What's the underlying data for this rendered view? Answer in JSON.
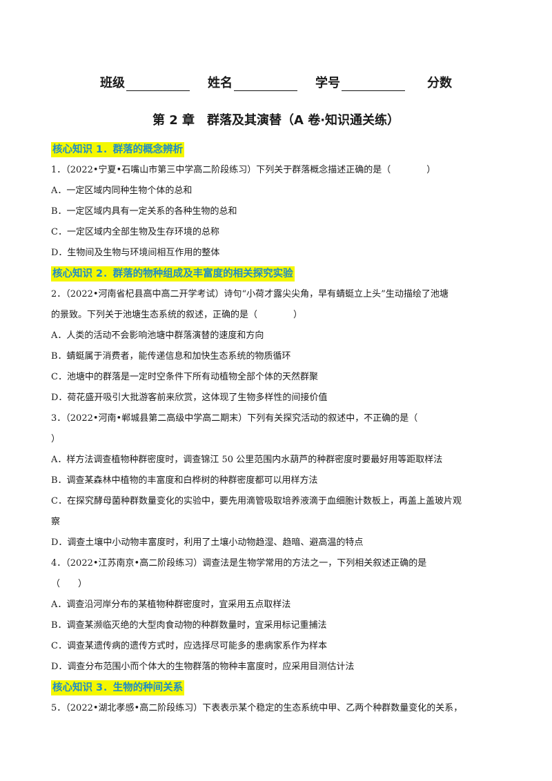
{
  "header": {
    "class_label": "班级",
    "name_label": "姓名",
    "id_label": "学号",
    "score_label": "分数"
  },
  "title": "第 2 章　群落及其演替（A 卷·知识通关练）",
  "sections": [
    {
      "heading": "核心知识 1．群落的概念辨析"
    },
    {
      "heading": "核心知识 2．群落的物种组成及丰富度的相关探究实验"
    },
    {
      "heading": "核心知识 3．生物的种间关系"
    }
  ],
  "questions": {
    "q1": {
      "stem": "1．（2022•宁夏•石嘴山市第三中学高二阶段练习）下列关于群落概念描述正确的是（　　　　）",
      "options": [
        "A．一定区域内同种生物个体的总和",
        "B．一定区域内具有一定关系的各种生物的总和",
        "C．一定区域内全部生物及生存环境的总称",
        "D．生物间及生物与环境间相互作用的整体"
      ]
    },
    "q2": {
      "stem_line1": "2．（2022•河南省杞县高中高二开学考试）诗句“小荷才露尖尖角，早有蜻蜓立上头”生动描绘了池塘",
      "stem_line2": "的景致。下列关于池塘生态系统的叙述，正确的是（　　　　）",
      "options": [
        "A．人类的活动不会影响池塘中群落演替的速度和方向",
        "B．蜻蜓属于消费者，能传递信息和加快生态系统的物质循环",
        "C．池塘中的群落是一定时空条件下所有动植物全部个体的天然群聚",
        "D．荷花盛开吸引大批游客前来欣赏，这体现了生物多样性的间接价值"
      ]
    },
    "q3": {
      "stem_line1": "3．（2022•河南•郸城县第二高级中学高二期末）下列有关探究活动的叙述中，不正确的是（",
      "stem_line2": "）",
      "options": [
        "A．样方法调查植物种群密度时，调查锦江 50 公里范围内水葫芦的种群密度时要最好用等距取样法",
        "B．调查某森林中植物的丰富度和白桦树的种群密度都可以用样方法",
        "C．在探究酵母菌种群数量变化的实验中，要先用滴管吸取培养液滴于血细胞计数板上，再盖上盖玻片观",
        "察",
        "D．调查土壤中小动物丰富度时，利用了土壤小动物趋湿、趋暗、避高温的特点"
      ]
    },
    "q4": {
      "stem_line1": "4．（2022•江苏南京•高二阶段练习）调查法是生物学常用的方法之一，下列相关叙述正确的是",
      "stem_line2": "（　　）",
      "options": [
        "A．调查沿河岸分布的某植物种群密度时，宜采用五点取样法",
        "B．调查某濒临灭绝的大型肉食动物的种群数量时，宜采用标记重捕法",
        "C．调查某遗传病的遗传方式时，应选择尽可能多的患病家系作为样本",
        "D．调查分布范围小而个体大的生物群落的物种丰富度时，应采用目测估计法"
      ]
    },
    "q5": {
      "stem_line1": "5．（2022•湖北孝感•高二阶段练习）下表表示某个稳定的生态系统中甲、乙两个种群数量变化的关系，"
    }
  }
}
